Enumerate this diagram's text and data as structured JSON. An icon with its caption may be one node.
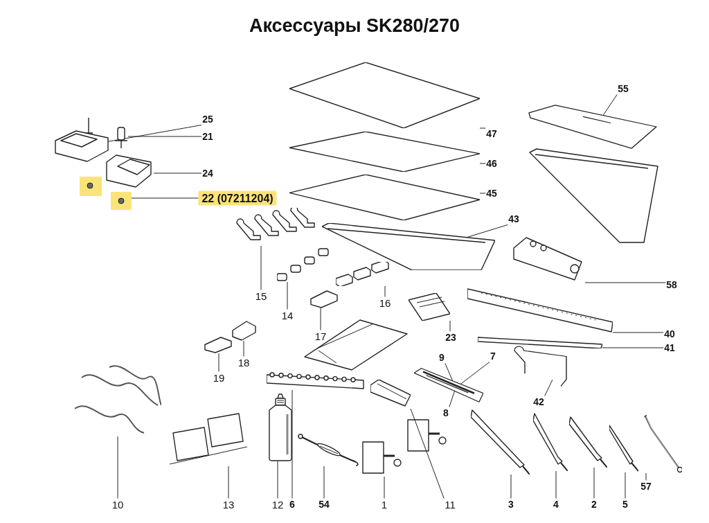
{
  "diagram": {
    "title": "Аксессуары SK280/270",
    "nodes": [
      {
        "text": [
          "25"
        ]
      },
      {
        "text": [],
        "shape": "picture"
      },
      {
        "text": [
          "21"
        ]
      },
      {
        "text": [],
        "shape": "picture"
      },
      {
        "text": [
          "24"
        ]
      },
      {
        "text": [],
        "shape": "picture"
      },
      {
        "text": [
          "22 (07211204)"
        ]
      },
      {
        "text": [],
        "shape": "picture"
      },
      {
        "text": [
          "47"
        ]
      },
      {
        "text": [],
        "shape": "picture"
      },
      {
        "text": [
          "46"
        ]
      },
      {
        "text": [],
        "shape": "picture"
      },
      {
        "text": [
          "45"
        ]
      },
      {
        "text": [],
        "shape": "picture"
      },
      {
        "text": [
          "43"
        ]
      },
      {
        "text": [],
        "shape": "picture"
      },
      {
        "text": [
          "55"
        ]
      },
      {
        "text": [],
        "shape": "picture"
      },
      {
        "text": [
          "58"
        ]
      },
      {
        "text": [],
        "shape": "picture"
      },
      {
        "text": [
          "40"
        ]
      },
      {
        "text": [],
        "shape": "picture"
      },
      {
        "text": [
          "41"
        ]
      },
      {
        "text": [],
        "shape": "picture"
      },
      {
        "text": [
          "15"
        ]
      },
      {
        "text": [],
        "shape": "picture"
      },
      {
        "text": [
          "14"
        ]
      },
      {
        "text": [],
        "shape": "picture"
      },
      {
        "text": [
          "16"
        ]
      },
      {
        "text": [],
        "shape": "picture"
      },
      {
        "text": [
          "17"
        ]
      },
      {
        "text": [],
        "shape": "picture"
      },
      {
        "text": [
          "23"
        ]
      },
      {
        "text": [],
        "shape": "picture"
      },
      {
        "text": [
          "18"
        ]
      },
      {
        "text": [],
        "shape": "picture"
      },
      {
        "text": [
          "19"
        ]
      },
      {
        "text": [],
        "shape": "picture"
      },
      {
        "text": [
          "42"
        ]
      },
      {
        "text": [],
        "shape": "picture"
      },
      {
        "text": [
          "9"
        ]
      },
      {
        "text": [
          "7"
        ]
      },
      {
        "text": [],
        "shape": "picture"
      },
      {
        "text": [
          "8"
        ]
      },
      {
        "text": [
          "10"
        ]
      },
      {
        "text": [],
        "shape": "picture"
      },
      {
        "text": [
          "13"
        ]
      },
      {
        "text": [],
        "shape": "picture"
      },
      {
        "text": [
          "12"
        ]
      },
      {
        "text": [],
        "shape": "picture"
      },
      {
        "text": [
          "6"
        ]
      },
      {
        "text": [],
        "shape": "picture"
      },
      {
        "text": [
          "54"
        ]
      },
      {
        "text": [],
        "shape": "picture"
      },
      {
        "text": [
          "1"
        ]
      },
      {
        "text": [],
        "shape": "picture"
      },
      {
        "text": [
          "11"
        ]
      },
      {
        "text": [],
        "shape": "picture"
      },
      {
        "text": [
          "3"
        ]
      },
      {
        "text": [],
        "shape": "picture"
      },
      {
        "text": [
          "4"
        ]
      },
      {
        "text": [],
        "shape": "picture"
      },
      {
        "text": [
          "2"
        ]
      },
      {
        "text": [],
        "shape": "picture"
      },
      {
        "text": [
          "5"
        ]
      },
      {
        "text": [],
        "shape": "picture"
      },
      {
        "text": [
          "57"
        ]
      },
      {
        "text": [],
        "shape": "picture"
      }
    ],
    "edges": [
      {
        "from": 0,
        "to": 1,
        "arrow": "none"
      },
      {
        "from": 2,
        "to": 3,
        "arrow": "none"
      },
      {
        "from": 4,
        "to": 5,
        "arrow": "none"
      },
      {
        "from": 6,
        "to": 7,
        "arrow": "none"
      },
      {
        "from": 8,
        "to": 9,
        "arrow": "none"
      },
      {
        "from": 10,
        "to": 11,
        "arrow": "none"
      },
      {
        "from": 12,
        "to": 13,
        "arrow": "none"
      },
      {
        "from": 14,
        "to": 15,
        "arrow": "none"
      },
      {
        "from": 16,
        "to": 17,
        "arrow": "none"
      },
      {
        "from": 18,
        "to": 19,
        "arrow": "none"
      },
      {
        "from": 20,
        "to": 21,
        "arrow": "none"
      },
      {
        "from": 22,
        "to": 23,
        "arrow": "none"
      },
      {
        "from": 24,
        "to": 25,
        "arrow": "none"
      },
      {
        "from": 26,
        "to": 27,
        "arrow": "none"
      },
      {
        "from": 28,
        "to": 29,
        "arrow": "none"
      },
      {
        "from": 30,
        "to": 31,
        "arrow": "none"
      },
      {
        "from": 32,
        "to": 33,
        "arrow": "none"
      },
      {
        "from": 34,
        "to": 35,
        "arrow": "none"
      },
      {
        "from": 36,
        "to": 37,
        "arrow": "none"
      },
      {
        "from": 38,
        "to": 39,
        "arrow": "none"
      },
      {
        "from": 40,
        "to": 42,
        "arrow": "none"
      },
      {
        "from": 41,
        "to": 42,
        "arrow": "none"
      },
      {
        "from": 43,
        "to": 42,
        "arrow": "none"
      },
      {
        "from": 44,
        "to": 45,
        "arrow": "none"
      },
      {
        "from": 46,
        "to": 47,
        "arrow": "none"
      },
      {
        "from": 48,
        "to": 49,
        "arrow": "none"
      },
      {
        "from": 50,
        "to": 51,
        "arrow": "none"
      },
      {
        "from": 52,
        "to": 53,
        "arrow": "none"
      },
      {
        "from": 54,
        "to": 55,
        "arrow": "none"
      },
      {
        "from": 56,
        "to": 57,
        "arrow": "none"
      },
      {
        "from": 58,
        "to": 59,
        "arrow": "none"
      },
      {
        "from": 60,
        "to": 61,
        "arrow": "none"
      },
      {
        "from": 62,
        "to": 63,
        "arrow": "none"
      },
      {
        "from": 64,
        "to": 65,
        "arrow": "none"
      },
      {
        "from": 66,
        "to": 67,
        "arrow": "none"
      }
    ]
  }
}
